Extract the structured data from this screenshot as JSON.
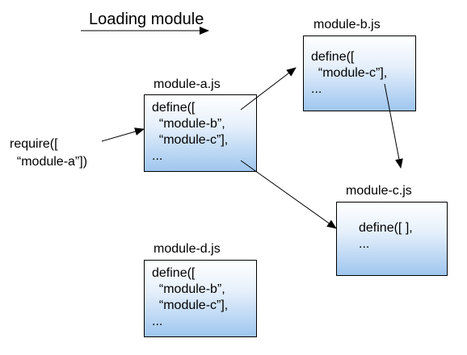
{
  "title": "Loading module",
  "require_call": "require([\n  “module-a”])",
  "modules": {
    "a": {
      "filename": "module-a.js",
      "code": "define([\n  “module-b”,\n  “module-c”],\n..."
    },
    "b": {
      "filename": "module-b.js",
      "code": "define([\n  “module-c”],\n..."
    },
    "c": {
      "filename": "module-c.js",
      "code": "define([ ],\n..."
    },
    "d": {
      "filename": "module-d.js",
      "code": "define([\n  “module-b”,\n  “module-c”],\n..."
    }
  },
  "colors": {
    "box_border": "#000000",
    "box_gradient_top": "#ffffff",
    "box_gradient_bottom": "#9fc6ef",
    "arrow": "#000000"
  }
}
